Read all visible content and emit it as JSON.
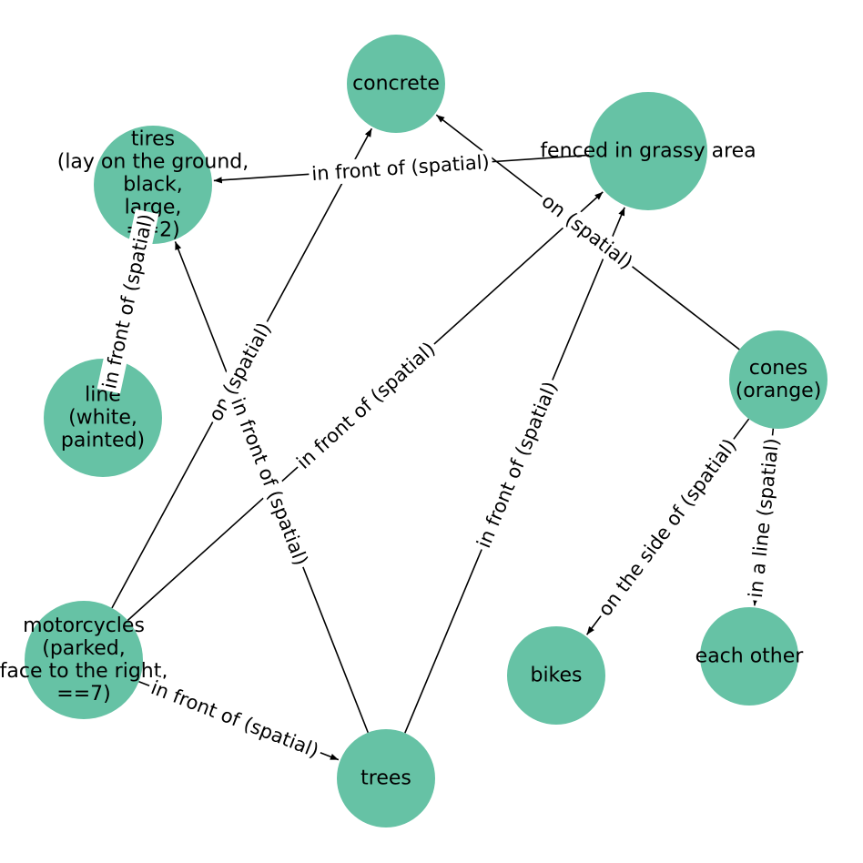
{
  "graph": {
    "nodes": [
      {
        "id": "concrete",
        "lines": [
          "concrete"
        ]
      },
      {
        "id": "fenced",
        "lines": [
          "fenced in grassy area"
        ]
      },
      {
        "id": "tires",
        "lines": [
          "tires",
          "(lay on the ground,",
          "black,",
          "large,",
          "==2)"
        ]
      },
      {
        "id": "line",
        "lines": [
          "line",
          "(white,",
          "painted)"
        ]
      },
      {
        "id": "cones",
        "lines": [
          "cones",
          "(orange)"
        ]
      },
      {
        "id": "motorcycles",
        "lines": [
          "motorcycles",
          "(parked,",
          "face to the right,",
          "==7)"
        ]
      },
      {
        "id": "bikes",
        "lines": [
          "bikes"
        ]
      },
      {
        "id": "each_other",
        "lines": [
          "each other"
        ]
      },
      {
        "id": "trees",
        "lines": [
          "trees"
        ]
      }
    ],
    "edges": [
      {
        "source": "fenced",
        "target": "tires",
        "label": "in front of (spatial)"
      },
      {
        "source": "cones",
        "target": "concrete",
        "label": "on (spatial)"
      },
      {
        "source": "line",
        "target": "tires",
        "label": "in front of (spatial)"
      },
      {
        "source": "motorcycles",
        "target": "concrete",
        "label": "on (spatial)"
      },
      {
        "source": "motorcycles",
        "target": "fenced",
        "label": "in front of (spatial)"
      },
      {
        "source": "trees",
        "target": "tires",
        "label": "in front of (spatial)"
      },
      {
        "source": "trees",
        "target": "fenced",
        "label": "in front of (spatial)"
      },
      {
        "source": "motorcycles",
        "target": "trees",
        "label": "in front of (spatial)"
      },
      {
        "source": "cones",
        "target": "bikes",
        "label": "on the side of (spatial)"
      },
      {
        "source": "cones",
        "target": "each_other",
        "label": "in a line (spatial)"
      }
    ],
    "colors": {
      "node_fill": "#66c2a5",
      "edge": "#000000",
      "text": "#000000"
    }
  }
}
